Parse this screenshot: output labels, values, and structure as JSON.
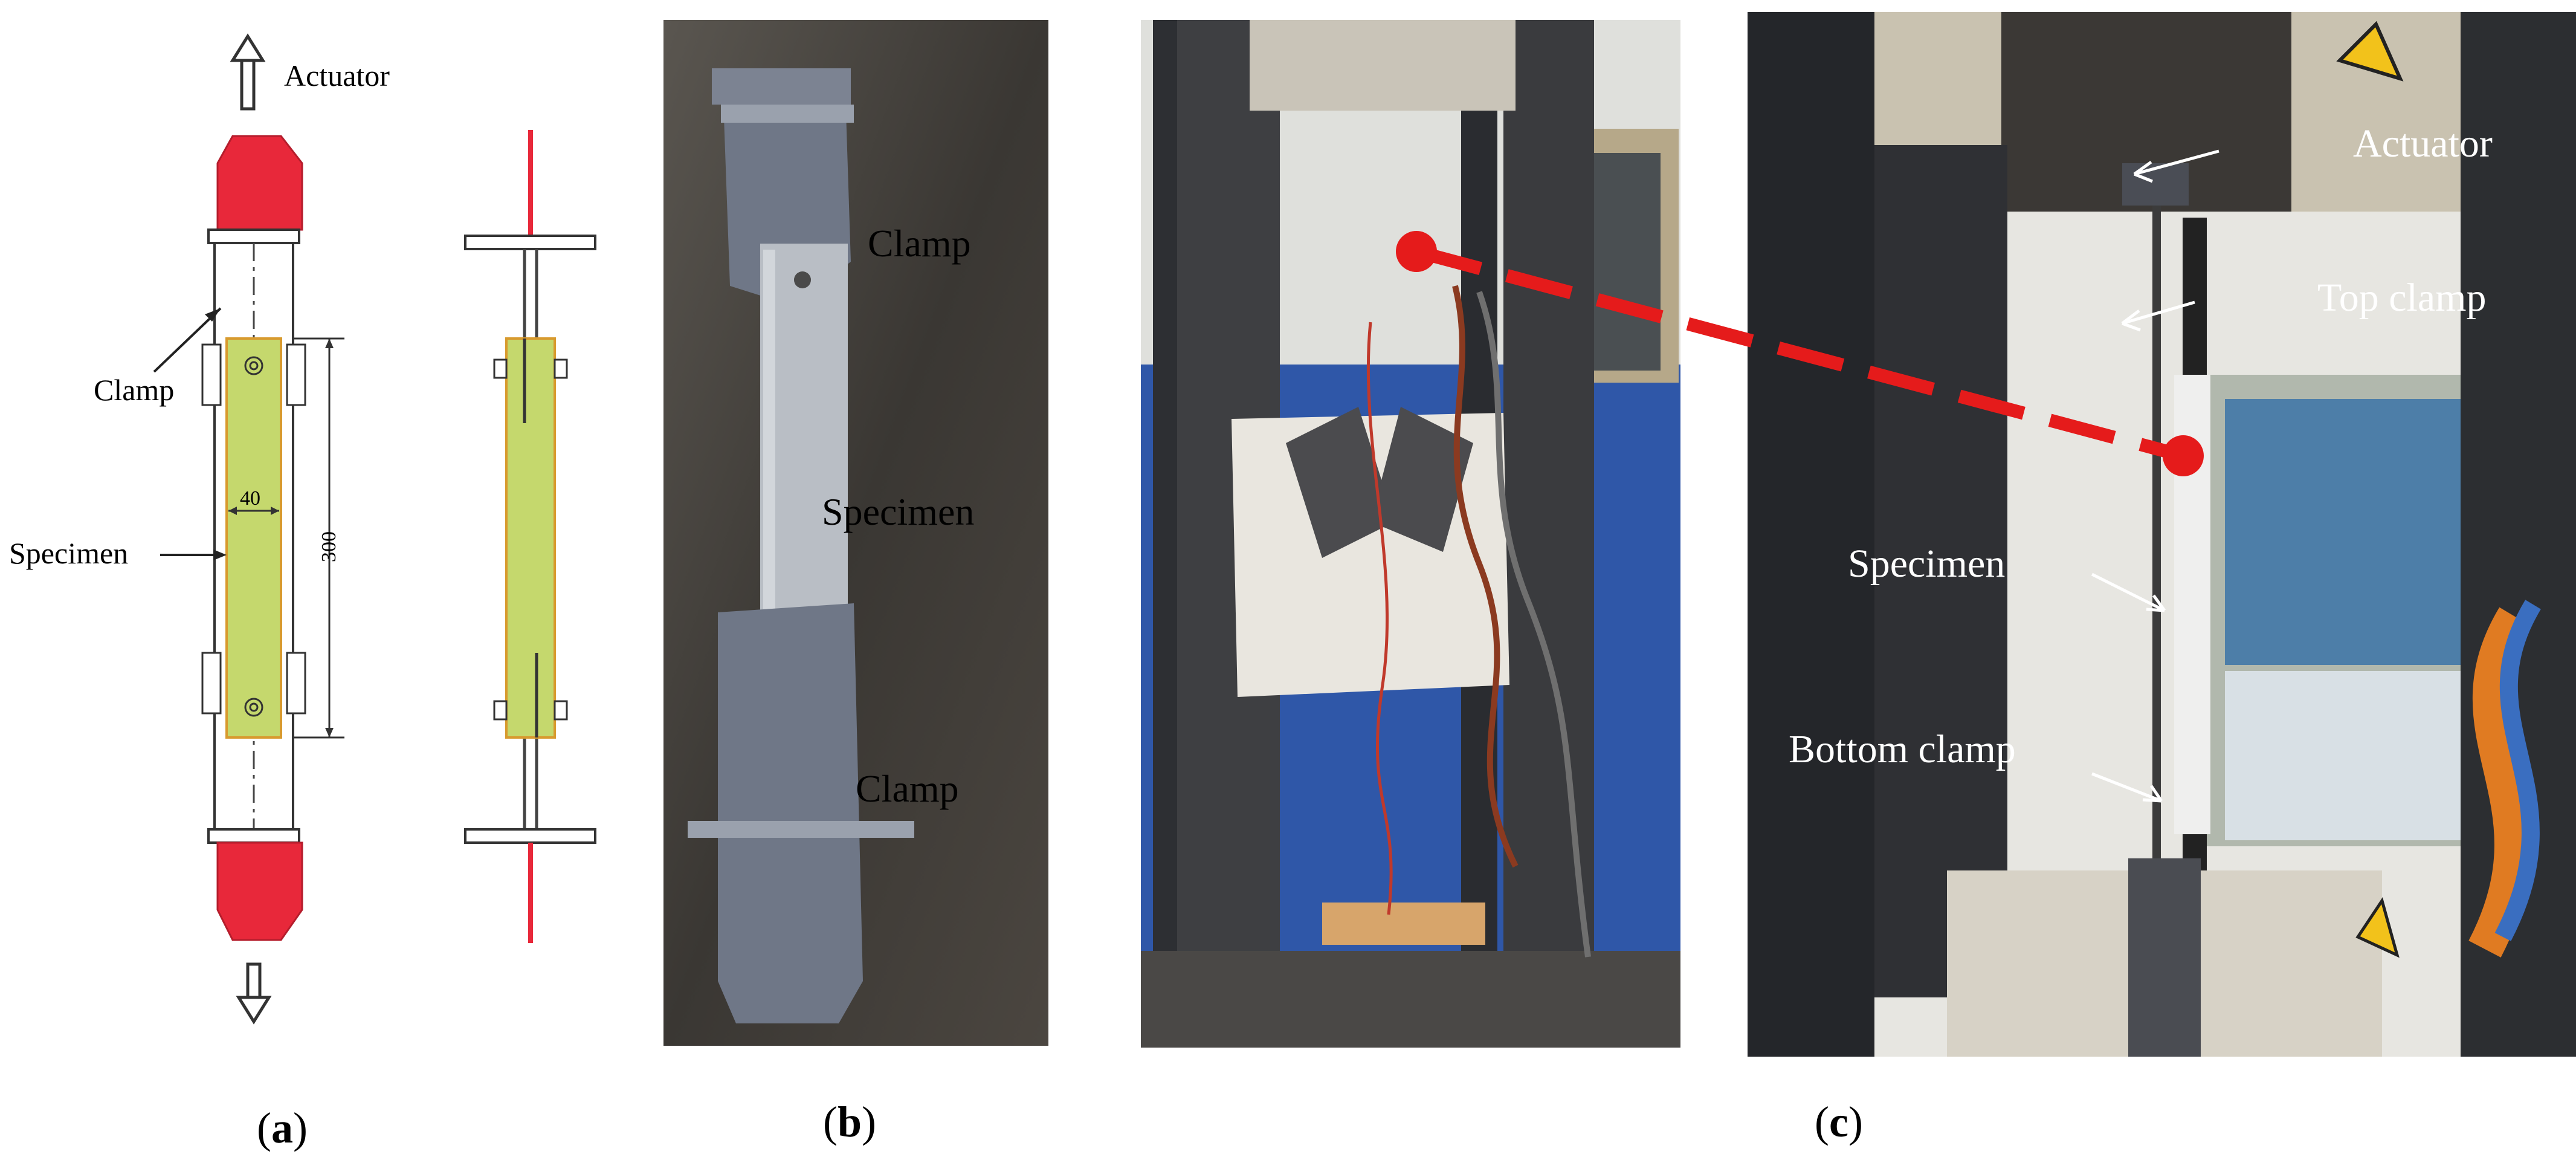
{
  "figure": {
    "panel_a": {
      "caption_letter": "a",
      "labels": {
        "actuator": "Actuator",
        "clamp": "Clamp",
        "specimen": "Specimen",
        "width_dim": "40",
        "length_dim": "300"
      }
    },
    "panel_b": {
      "caption_letter": "b",
      "labels": {
        "clamp_top": "Clamp",
        "specimen": "Specimen",
        "clamp_bottom": "Clamp"
      }
    },
    "panel_c": {
      "caption_letter": "c",
      "labels": {
        "actuator": "Actuator",
        "top_clamp": "Top clamp",
        "specimen": "Specimen",
        "bottom_clamp": "Bottom clamp"
      }
    },
    "colors": {
      "grip_red": "#e8283a",
      "specimen_green": "#c5d86d",
      "zoom_link_red": "#e51b1b"
    }
  }
}
